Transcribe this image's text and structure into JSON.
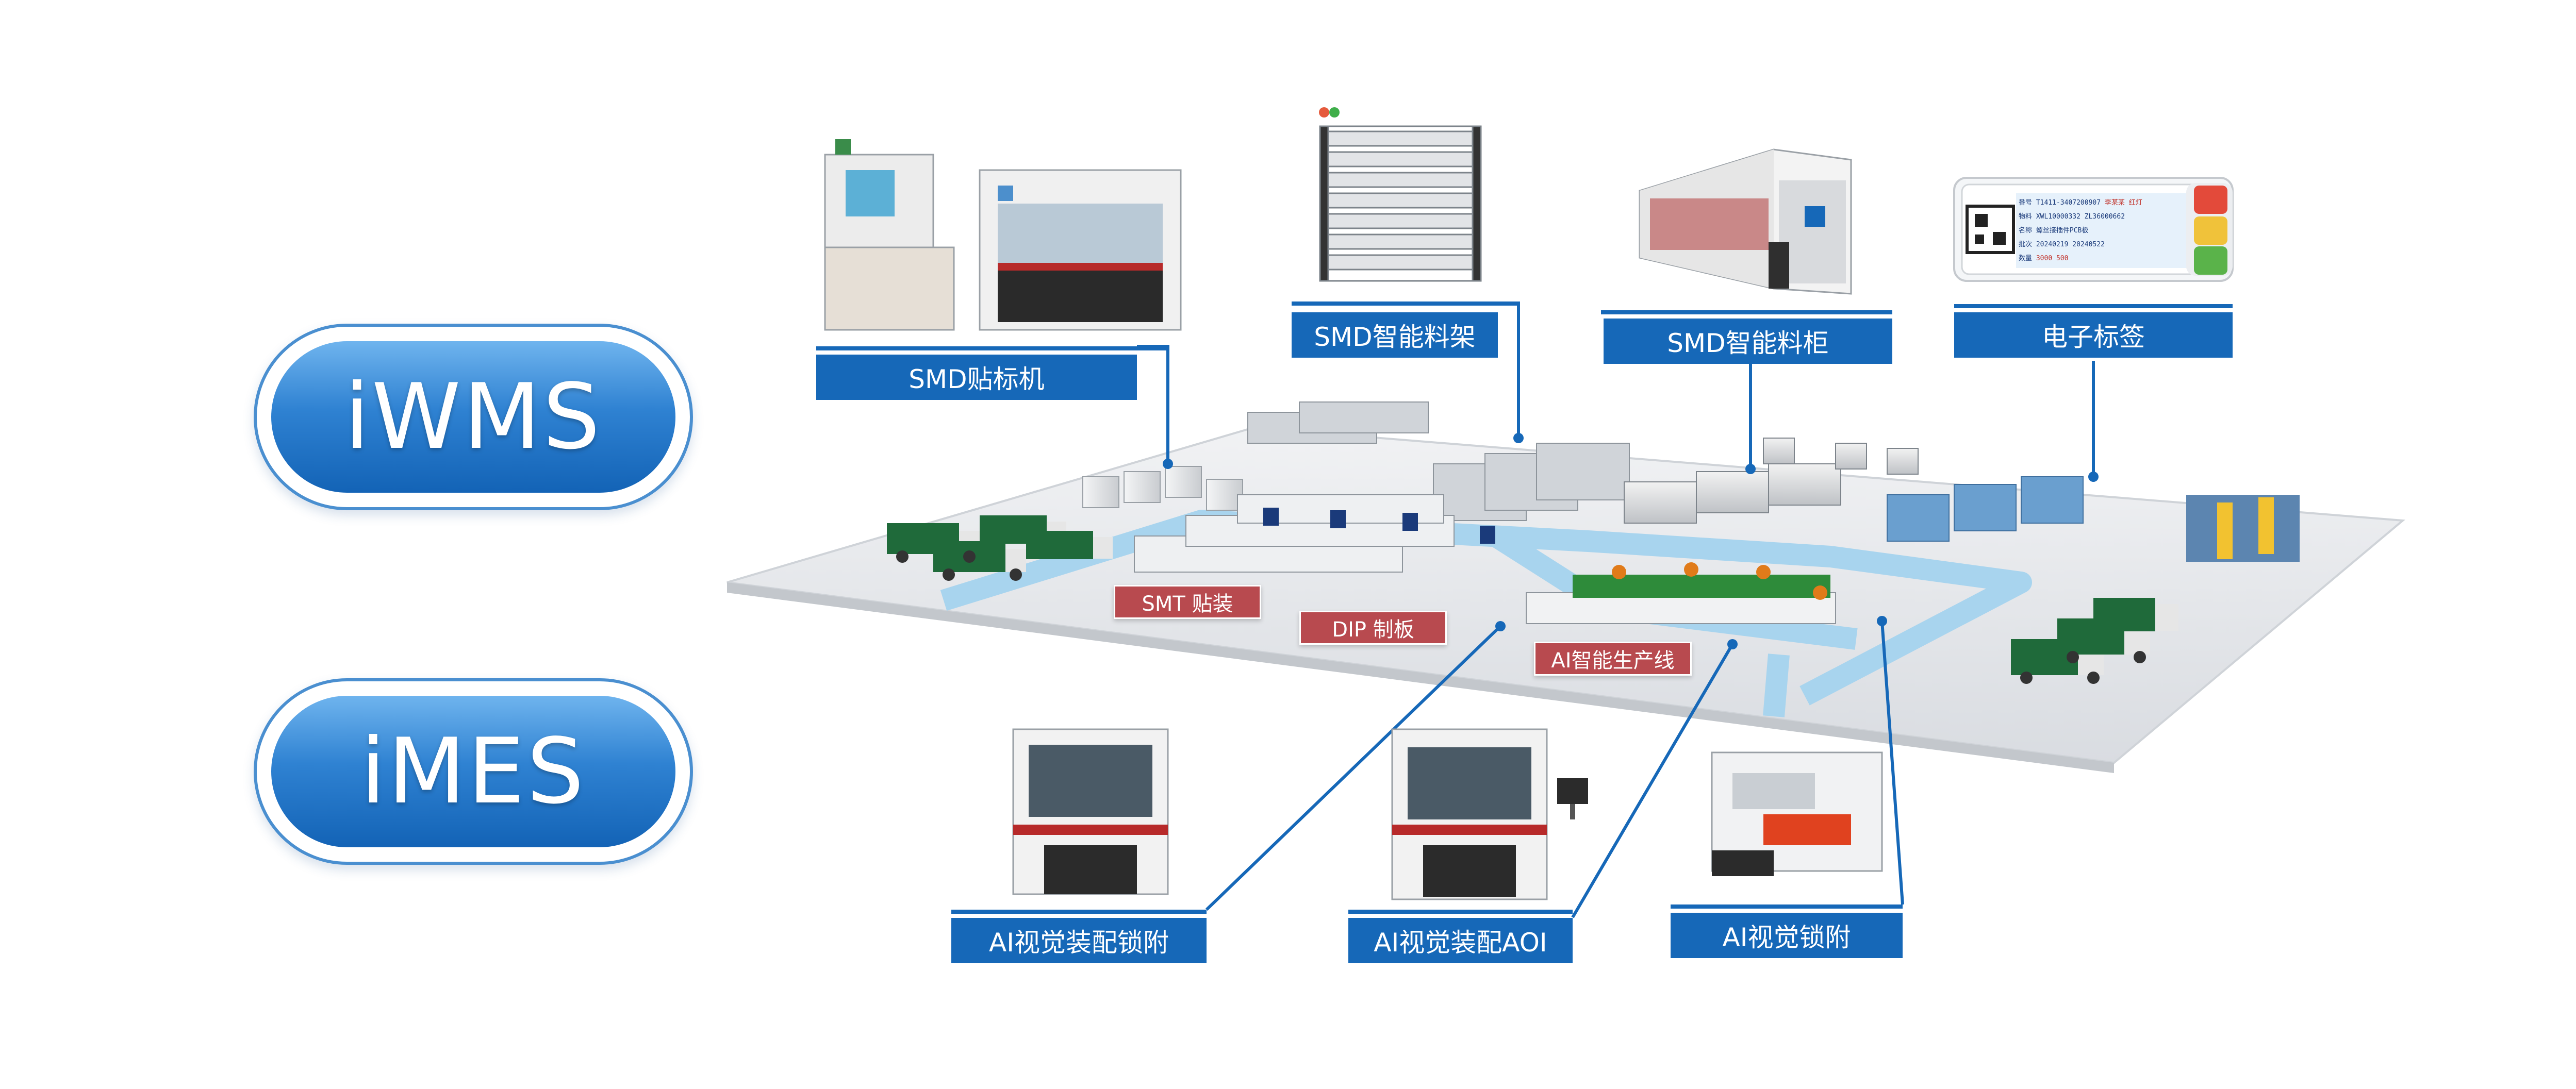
{
  "systems": {
    "iwms": "iWMS",
    "imes": "iMES"
  },
  "equipment": {
    "smd_labeler": "SMD贴标机",
    "smd_rack": "SMD智能料架",
    "smd_cabinet": "SMD智能料柜",
    "e_label": "电子标签",
    "ai_lock": "AI视觉装配锁附",
    "ai_aoi": "AI视觉装配AOI",
    "ai_screw": "AI视觉锁附"
  },
  "zones": {
    "smt": "SMT 贴装",
    "dip": "DIP 制板",
    "ai_line": "AI智能生产线"
  },
  "e_label_tag": {
    "r1a": "番号",
    "r1b": "T1411-3407200907",
    "r1c": "李某某 红灯",
    "r2a": "物料",
    "r2b": "XWL10000332",
    "r2c": "ZL36000662",
    "r3a": "名称",
    "r3b": "螺丝接插件PCB板",
    "r4a": "批次",
    "r4b": "20240219",
    "r4c": "20240522",
    "r5a": "数量",
    "r5b": "3000",
    "r5c": "500"
  },
  "colors": {
    "brand_blue": "#1668b8",
    "zone_red": "#b84a4f",
    "floor": "#e4e6ea",
    "path": "#a8d4ee"
  }
}
